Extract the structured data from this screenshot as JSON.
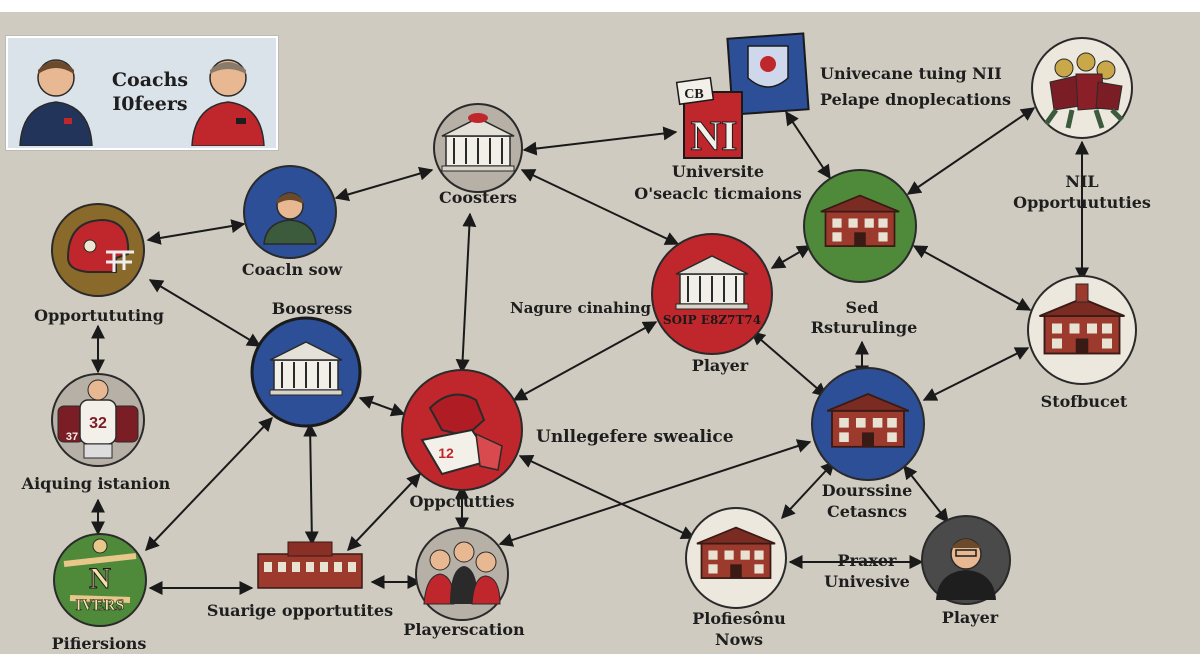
{
  "colors": {
    "background": "#cfcbc0",
    "arrow": "#1a1a1a",
    "node_red": "#c0272d",
    "node_blue": "#2c4f97",
    "node_green": "#4f8a3a",
    "node_brown": "#8a6a2a",
    "node_gray": "#b7b0a6",
    "node_pale": "#ece8de",
    "node_dark": "#4a4a4a"
  },
  "legend": {
    "title_line1": "Coachs",
    "title_line2": "I0feers"
  },
  "logo": {
    "badge_text": "NI",
    "small_text": "CB"
  },
  "labels": {
    "top_right_1": "Univecane tuing NII",
    "top_right_2": "Pelape dnoplecations",
    "university": "Universite",
    "oseacle": "O'seaclc ticmaions",
    "coosters": "Coosters",
    "coach_sow": "Coacln sow",
    "boosress": "Boosress",
    "opportutting": "Opportututing",
    "nagure": "Nagure cinahing",
    "seal_text": "SOIP E8Z7T74",
    "player_center": "Player",
    "nil_line1": "NIL",
    "nil_line2": "Opportuututies",
    "sed_line1": "Sed",
    "sed_line2": "Rsturulinge",
    "stofbucet": "Stofbucet",
    "aiquing": "Aiquing istanion",
    "unllegefere": "Unllegefere swealice",
    "opoctuties": "Oppctutties",
    "dourssine_line1": "Dourssine",
    "dourssine_line2": "Cetasncs",
    "pifiersions": "Pifiersions",
    "suarige": "Suarige opportutites",
    "playerscation": "Playerscation",
    "plofiesonu_line1": "Plofiesônu",
    "plofiesonu_line2": "Nows",
    "praxer_line1": "Praxer",
    "praxer_line2": "Univesive",
    "player_bottom": "Player"
  },
  "badges": {
    "jersey_32": "32",
    "jersey_37": "37",
    "jersey_12": "12",
    "nivers_n": "N",
    "nivers_word": "IVERS"
  }
}
